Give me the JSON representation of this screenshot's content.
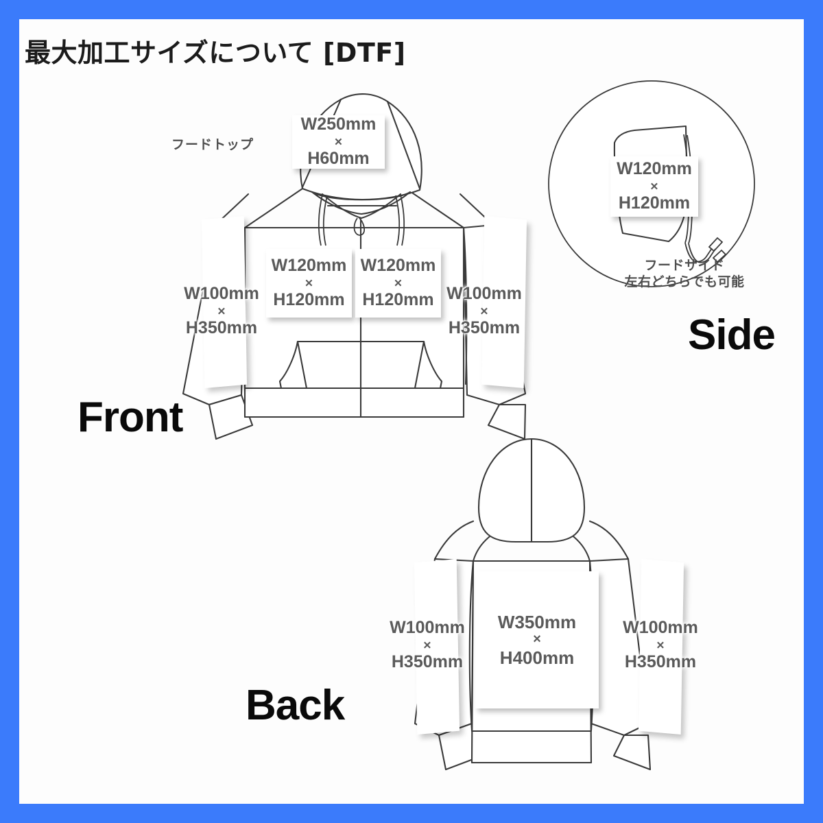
{
  "title": "最大加工サイズについて  [DTF]",
  "theme": {
    "border_color": "#3b7bfb",
    "page_bg": "#fdfdfd",
    "line_color": "#3a3a3a",
    "dimension_text_color": "#5a5a5a"
  },
  "views": {
    "front": {
      "label": "Front"
    },
    "side": {
      "label": "Side"
    },
    "back": {
      "label": "Back"
    }
  },
  "notes": {
    "hood_top": "フードトップ",
    "hood_side_line1": "フードサイド",
    "hood_side_line2": "左右どちらでも可能"
  },
  "sizes": {
    "hood_top": {
      "w": "W250mm",
      "sep": "×",
      "h": "H60mm"
    },
    "front_chest_left": {
      "w": "W120mm",
      "sep": "×",
      "h": "H120mm"
    },
    "front_chest_right": {
      "w": "W120mm",
      "sep": "×",
      "h": "H120mm"
    },
    "front_sleeve_left": {
      "w": "W100mm",
      "sep": "×",
      "h": "H350mm"
    },
    "front_sleeve_right": {
      "w": "W100mm",
      "sep": "×",
      "h": "H350mm"
    },
    "hood_side": {
      "w": "W120mm",
      "sep": "×",
      "h": "H120mm"
    },
    "back_center": {
      "w": "W350mm",
      "sep": "×",
      "h": "H400mm"
    },
    "back_sleeve_left": {
      "w": "W100mm",
      "sep": "×",
      "h": "H350mm"
    },
    "back_sleeve_right": {
      "w": "W100mm",
      "sep": "×",
      "h": "H350mm"
    }
  }
}
